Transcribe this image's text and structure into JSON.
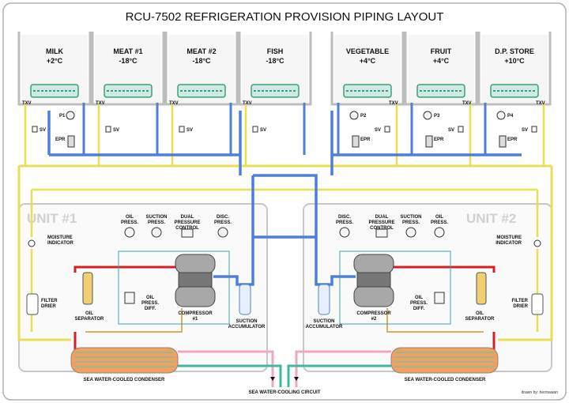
{
  "title": "RCU-7502 REFRIGERATION PROVISION PIPING LAYOUT",
  "rooms": [
    {
      "name": "MILK",
      "temp": "+2°C"
    },
    {
      "name": "MEAT #1",
      "temp": "-18°C"
    },
    {
      "name": "MEAT #2",
      "temp": "-18°C"
    },
    {
      "name": "FISH",
      "temp": "-18°C"
    },
    {
      "name": "VEGETABLE",
      "temp": "+4°C"
    },
    {
      "name": "FRUIT",
      "temp": "+4°C"
    },
    {
      "name": "D.P. STORE",
      "temp": "+10°C"
    }
  ],
  "labels": {
    "txv": "TXV",
    "sv": "SV",
    "epr": "EPR",
    "p1": "P1",
    "p2": "P2",
    "p3": "P3",
    "p4": "P4",
    "unit1": "UNIT #1",
    "unit2": "UNIT #2",
    "oil_press_1": "OIL",
    "oil_press_2": "PRESS.",
    "suction_press_1": "SUCTION",
    "suction_press_2": "PRESS.",
    "dual_1": "DUAL",
    "dual_2": "PRESSURE",
    "dual_3": "CONTROL",
    "disc_press_1": "DISC.",
    "disc_press_2": "PRESS.",
    "moisture_1": "MOISTURE",
    "moisture_2": "INDICATOR",
    "filter_1": "FILTER",
    "filter_2": "DRIER",
    "oil_sep_1": "OIL",
    "oil_sep_2": "SEPARATOR",
    "oil_diff_1": "OIL",
    "oil_diff_2": "PRESS.",
    "oil_diff_3": "DIFF.",
    "compressor_1": "COMPRESSOR",
    "compressor_1_num": "#1",
    "compressor_2": "COMPRESSOR",
    "compressor_2_num": "#2",
    "accum_1": "SUCTION",
    "accum_2": "ACCUMULATOR",
    "condenser": "SEA WATER-COOLED CONDENSER",
    "sea_circuit": "SEA WATER-COOLING CIRCUIT",
    "credit": "drawn by: hermawan"
  },
  "colors": {
    "liquid": "#e8e052",
    "suction": "#4f7fd6",
    "discharge": "#d42020",
    "oil": "#e8a030",
    "water_in": "#f0a8c0",
    "water_out": "#40b8a0",
    "unit_box": "#c8c8c8",
    "room_wall": "#bdbdbd",
    "evaporator": "#3fa070"
  }
}
